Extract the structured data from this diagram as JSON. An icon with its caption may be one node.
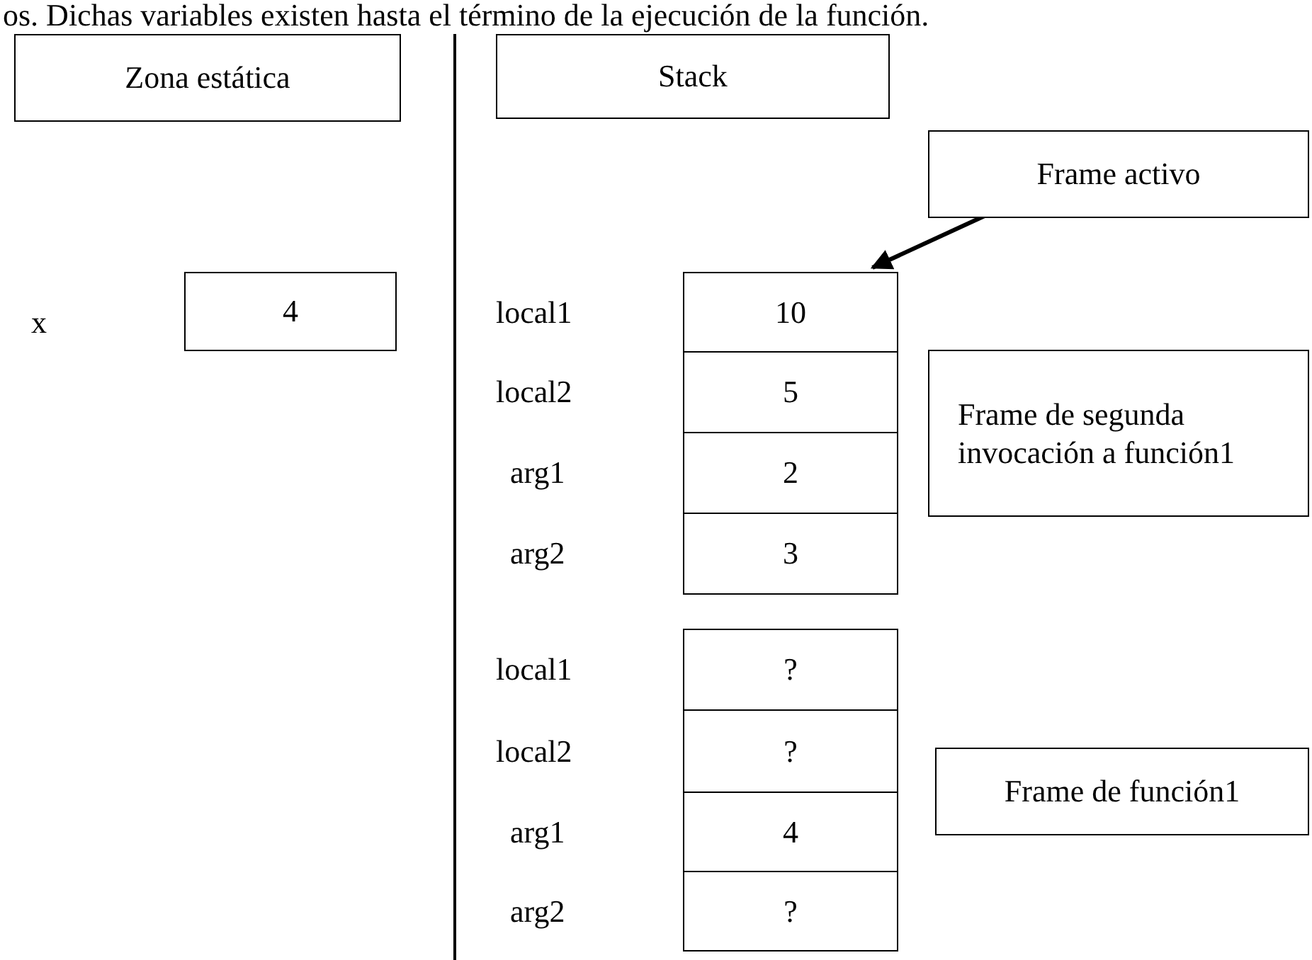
{
  "diagram": {
    "nodes": [
      {
        "text": [
          "Zona estática"
        ]
      },
      {
        "text": [
          "Stack"
        ]
      },
      {
        "text": [
          "Frame activo"
        ]
      },
      {
        "text": [
          "4"
        ]
      },
      {
        "text": [
          "10"
        ],
        "beside": [
          "local1"
        ]
      },
      {
        "text": [
          "5"
        ],
        "beside": [
          "local2"
        ]
      },
      {
        "text": [
          "2"
        ],
        "beside": [
          "arg1"
        ]
      },
      {
        "text": [
          "3"
        ],
        "beside": [
          "arg2"
        ]
      },
      {
        "text": [
          "Frame de segunda invocación a función1"
        ]
      },
      {
        "text": [
          "?"
        ],
        "beside": [
          "local1"
        ]
      },
      {
        "text": [
          "?"
        ],
        "beside": [
          "local2"
        ]
      },
      {
        "text": [
          "4"
        ],
        "beside": [
          "arg1"
        ]
      },
      {
        "text": [
          "?"
        ],
        "beside": [
          "arg2"
        ]
      },
      {
        "text": [
          "Frame de función1"
        ]
      }
    ],
    "edges": [
      {
        "from": 2,
        "to": 4,
        "arrow": "to"
      }
    ],
    "labels": [
      "os. Dichas variables existen hasta el término de la ejecución de la función.",
      "x"
    ]
  }
}
